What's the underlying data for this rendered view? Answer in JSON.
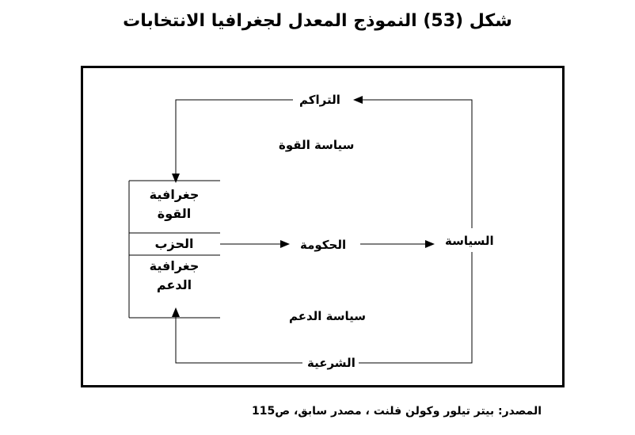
{
  "title": "شكل (53) النموذج المعدل لجغرافيا الانتخابات",
  "diagram": {
    "accumulation": "التراكم",
    "power_politics": "سياسة القوة",
    "power_geography_line1": "جغرافية",
    "power_geography_line2": "القوة",
    "party": "الحزب",
    "support_geography_line1": "جغرافية",
    "support_geography_line2": "الدعم",
    "government": "الحكومة",
    "policy": "السياسة",
    "support_politics": "سياسة الدعم",
    "legitimacy": "الشرعية"
  },
  "source": "المصدر: بيتر تيلور وكولن فلنت ، مصدر سابق، ص115"
}
